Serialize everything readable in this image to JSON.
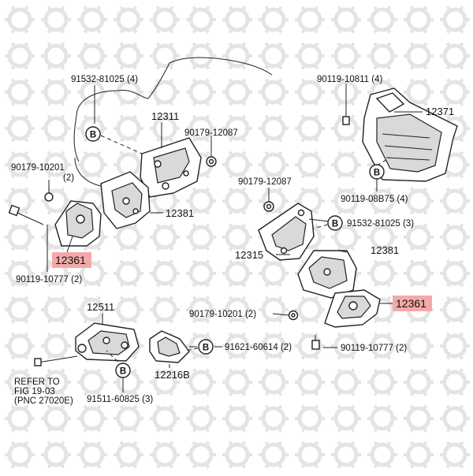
{
  "highlight_color": "#f4a9a9",
  "labels": {
    "p91532_81025_top": "91532-81025 (4)",
    "p12311": "12311",
    "p90179_12087_left": "90179-12087",
    "p90179_10201_left": "90179-10201",
    "p90179_10201_left_qty": "(2)",
    "p12381_left": "12381",
    "p12361_left": "12361",
    "p90119_10777_left": "90119-10777 (2)",
    "p90119_10811": "90119-10811 (4)",
    "p12371": "12371",
    "p90119_08b75": "90119-08B75 (4)",
    "p90179_12087_mid": "90179-12087",
    "p91532_81025_right": "91532-81025 (3)",
    "p12315": "12315",
    "p12381_right": "12381",
    "p12361_right": "12361",
    "p90179_10201_mid": "90179-10201 (2)",
    "p90119_10777_right": "90119-10777 (2)",
    "p12511": "12511",
    "p91621_60614": "91621-60614 (2)",
    "p12216b": "12216B",
    "p91511_60825": "91511-60825 (3)",
    "refer_line1": "REFER TO",
    "refer_line2": "FIG 19-03",
    "refer_line3": "(PNC 27020E)"
  },
  "callout_letter": "B"
}
